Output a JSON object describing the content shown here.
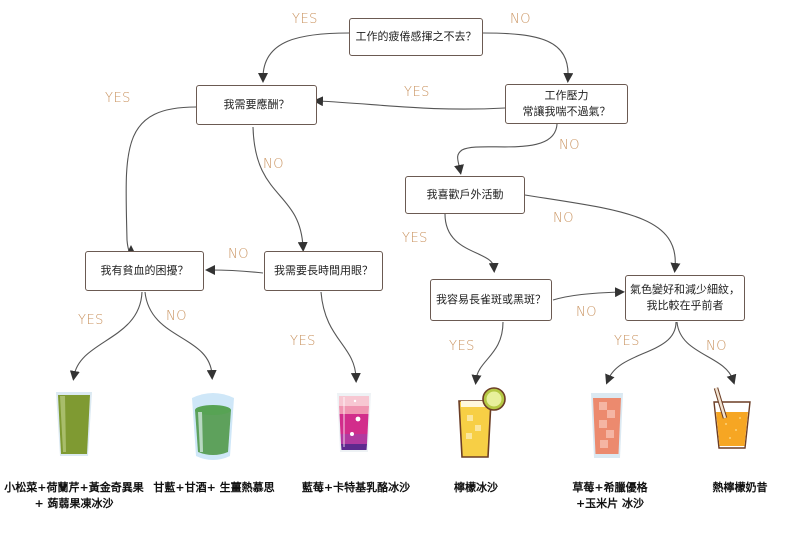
{
  "colors": {
    "node_border": "#6b5a52",
    "connector": "#555555",
    "label": "#c9925e",
    "text": "#222222"
  },
  "nodes": {
    "q1": "工作的疲倦感揮之不去？",
    "q2": "工作壓力\n常讓我喘不過氣？",
    "q3": "我需要應酬？",
    "q4": "我喜歡戶外活動",
    "q5": "我有貧血的困擾？",
    "q6": "我需要長時間用眼？",
    "q7": "我容易長雀斑或黑斑？",
    "q8": "氣色變好和減少細紋，\n我比較在乎前者"
  },
  "labels": {
    "q1_yes": "YES",
    "q1_no": "NO",
    "q2_yes": "YES",
    "q2_no": "NO",
    "q3_yes": "YES",
    "q3_no": "NO",
    "q4_yes": "YES",
    "q4_no": "NO",
    "q5_yes": "YES",
    "q5_no": "NO",
    "q6_yes": "YES",
    "q6_no": "NO",
    "q7_yes": "YES",
    "q7_no": "NO",
    "q8_yes": "YES",
    "q8_no": "NO"
  },
  "results": [
    {
      "name": "小松菜+荷蘭芹+黃金奇異果\n+ 蒟蒻果凍冰沙",
      "drink_icon": "green-smoothie-glass-icon"
    },
    {
      "name": "甘藍+甘酒+ 生薑熱慕思",
      "drink_icon": "green-mousse-glass-icon"
    },
    {
      "name": "藍莓+卡特基乳酪冰沙",
      "drink_icon": "berry-smoothie-glass-icon"
    },
    {
      "name": "檸檬冰沙",
      "drink_icon": "lemon-slush-glass-icon"
    },
    {
      "name": "草莓+希臘優格\n+玉米片 冰沙",
      "drink_icon": "strawberry-smoothie-glass-icon"
    },
    {
      "name": "熱檸檬奶昔",
      "drink_icon": "lemon-shake-glass-icon"
    }
  ]
}
